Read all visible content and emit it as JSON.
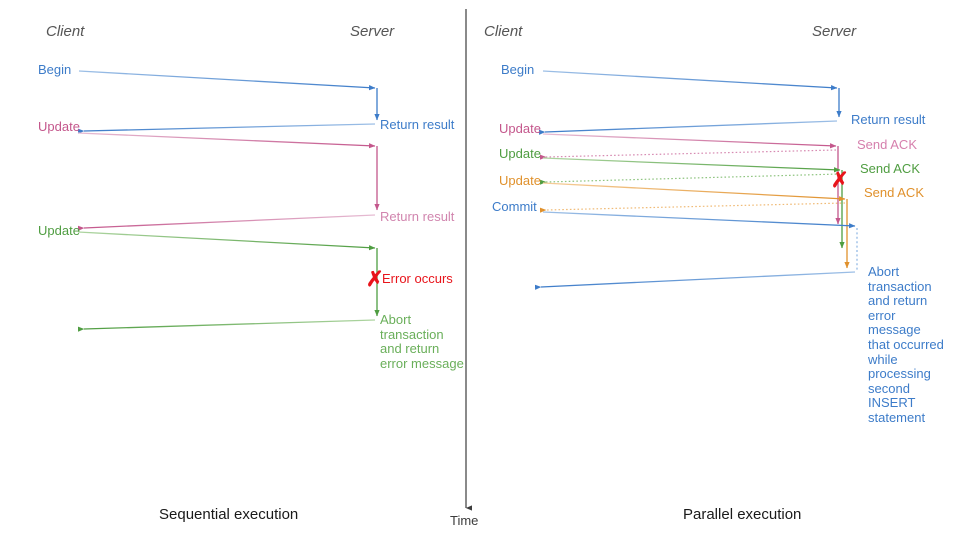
{
  "figure": {
    "title_left": "Sequential execution",
    "title_right": "Parallel execution",
    "time_axis_label": "Time"
  },
  "colors": {
    "blue": "#3d7cc9",
    "blue_light": "#7aa9de",
    "pink": "#c4578c",
    "pink_light": "#dd9bbd",
    "green": "#4f9d41",
    "green_light": "#8ec47f",
    "orange": "#e0912c",
    "orange_light": "#f0bb77",
    "red": "#e8141b",
    "axis": "#3c3c3c",
    "actor_text": "#555555",
    "caption_text": "#1a1a1a"
  },
  "left_panel": {
    "name": "Sequential execution",
    "actors": {
      "client": "Client",
      "server": "Server"
    },
    "messages": [
      {
        "label": "Begin",
        "color_key": "blue",
        "direction": "to-server"
      },
      {
        "label": "Return result",
        "color_key": "blue",
        "direction": "to-client"
      },
      {
        "label": "Update",
        "color_key": "pink",
        "direction": "to-server"
      },
      {
        "label": "Return result",
        "color_key": "pink",
        "direction": "to-client"
      },
      {
        "label": "Update",
        "color_key": "green",
        "direction": "to-server"
      },
      {
        "label": "Error occurs",
        "color_key": "red",
        "marker": "x-mark"
      },
      {
        "label": "Abort\ntransaction\nand return\nerror message",
        "color_key": "green",
        "direction": "to-client"
      }
    ]
  },
  "right_panel": {
    "name": "Parallel execution",
    "actors": {
      "client": "Client",
      "server": "Server"
    },
    "messages": [
      {
        "label": "Begin",
        "color_key": "blue",
        "direction": "to-server"
      },
      {
        "label": "Return result",
        "color_key": "blue",
        "direction": "to-client"
      },
      {
        "label": "Update",
        "color_key": "pink",
        "direction": "to-server"
      },
      {
        "label": "Send ACK",
        "color_key": "pink",
        "direction": "to-client",
        "style": "dotted"
      },
      {
        "label": "Update",
        "color_key": "green",
        "direction": "to-server"
      },
      {
        "label": "Send ACK",
        "color_key": "green",
        "direction": "to-client",
        "style": "dotted"
      },
      {
        "label": "Update",
        "color_key": "orange",
        "direction": "to-server"
      },
      {
        "label": "Send ACK",
        "color_key": "orange",
        "direction": "to-client",
        "style": "dotted"
      },
      {
        "label": "Commit",
        "color_key": "blue",
        "direction": "to-server"
      },
      {
        "marker": "x-mark",
        "color_key": "red"
      },
      {
        "label": "Abort\ntransaction\nand return\nerror message\nthat occurred\nwhile\nprocessing\nsecond\nINSERT\nstatement",
        "color_key": "blue",
        "direction": "to-client"
      }
    ]
  },
  "labels": {
    "left": {
      "client": "Client",
      "server": "Server",
      "begin": "Begin",
      "return_result_1": "Return result",
      "update_1": "Update",
      "return_result_2": "Return result",
      "update_2": "Update",
      "error_occurs": "Error occurs",
      "abort_text": "Abort\ntransaction\nand return\nerror message",
      "x_glyph": "✗"
    },
    "right": {
      "client": "Client",
      "server": "Server",
      "begin": "Begin",
      "return_result": "Return result",
      "update_1": "Update",
      "send_ack_1": "Send ACK",
      "update_2": "Update",
      "send_ack_2": "Send ACK",
      "update_3": "Update",
      "send_ack_3": "Send ACK",
      "commit": "Commit",
      "abort_text": "Abort\ntransaction\nand return\nerror message\nthat occurred\nwhile\nprocessing\nsecond\nINSERT\nstatement",
      "x_glyph": "✗"
    }
  }
}
